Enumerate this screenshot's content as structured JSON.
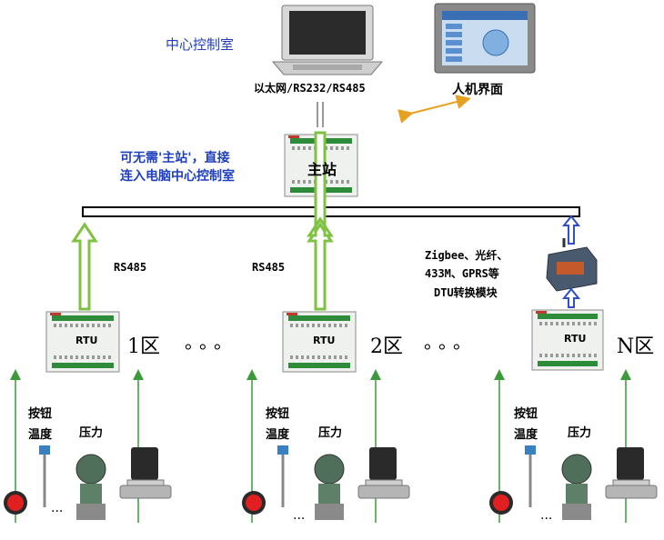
{
  "diagram": {
    "control_room_label": "中心控制室",
    "laptop_caption": "以太网/RS232/RS485",
    "hmi_caption": "人机界面",
    "master_note": [
      "可无需'主站'，直接",
      "连入电脑中心控制室"
    ],
    "master_label": "主站",
    "bus_links": [
      "RS485",
      "RS485"
    ],
    "dtu_note": [
      "Zigbee、光纤、",
      "433M、GPRS等",
      "DTU转换模块"
    ],
    "zones": [
      {
        "rtu_label": "RTU",
        "zone_label": "1区"
      },
      {
        "rtu_label": "RTU",
        "zone_label": "2区"
      },
      {
        "rtu_label": "RTU",
        "zone_label": "N区"
      }
    ],
    "ellipsis": "。。。",
    "field_labels": {
      "button_line1": "按钮",
      "button_line2": "温度",
      "pressure": "压力",
      "more": "..."
    },
    "colors": {
      "arrow_green": "#7fc241",
      "field_arrow": "#3c9a3c",
      "bus_blue": "#2f4fc8",
      "link_orange": "#e8a020",
      "device_green": "#2e8b3a"
    }
  }
}
